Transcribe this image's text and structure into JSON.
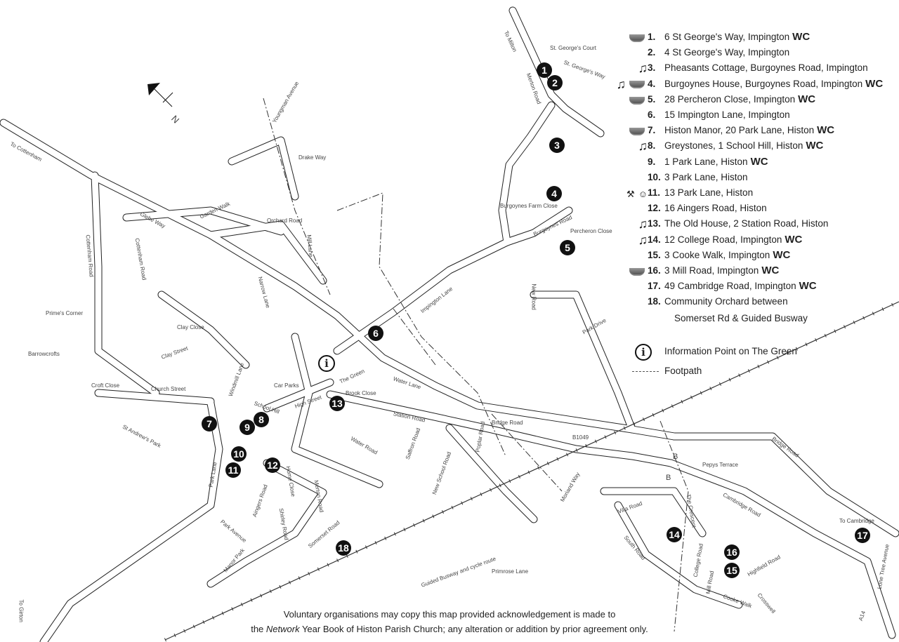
{
  "legend": {
    "items": [
      {
        "num": "1.",
        "text": "6 St George's Way, Impington",
        "wc": "WC",
        "icons": [
          "cup"
        ]
      },
      {
        "num": "2.",
        "text": "4 St George's Way, Impington",
        "wc": "",
        "icons": []
      },
      {
        "num": "3.",
        "text": "Pheasants Cottage, Burgoynes Road, Impington",
        "wc": "",
        "icons": [
          "music"
        ]
      },
      {
        "num": "4.",
        "text": "Burgoynes House, Burgoynes Road, Impington",
        "wc": "WC",
        "icons": [
          "music",
          "cup"
        ]
      },
      {
        "num": "5.",
        "text": "28 Percheron Close, Impington",
        "wc": "WC",
        "icons": [
          "cup"
        ]
      },
      {
        "num": "6.",
        "text": "15 Impington Lane, Impington",
        "wc": "",
        "icons": []
      },
      {
        "num": "7.",
        "text": "Histon Manor, 20 Park Lane, Histon",
        "wc": "WC",
        "icons": [
          "cup"
        ]
      },
      {
        "num": "8.",
        "text": "Greystones, 1 School Hill, Histon",
        "wc": "WC",
        "icons": [
          "music"
        ]
      },
      {
        "num": "9.",
        "text": "1 Park Lane, Histon",
        "wc": "WC",
        "icons": []
      },
      {
        "num": "10.",
        "text": "3 Park Lane, Histon",
        "wc": "",
        "icons": []
      },
      {
        "num": "11.",
        "text": "13 Park Lane, Histon",
        "wc": "",
        "icons": [
          "spade",
          "gardener"
        ]
      },
      {
        "num": "12.",
        "text": "16 Aingers Road, Histon",
        "wc": "",
        "icons": []
      },
      {
        "num": "13.",
        "text": "The Old House, 2 Station Road, Histon",
        "wc": "",
        "icons": [
          "music"
        ]
      },
      {
        "num": "14.",
        "text": "12 College Road, Impington",
        "wc": "WC",
        "icons": [
          "music"
        ]
      },
      {
        "num": "15.",
        "text": "3 Cooke Walk, Impington",
        "wc": "WC",
        "icons": []
      },
      {
        "num": "16.",
        "text": "3 Mill Road, Impington",
        "wc": "WC",
        "icons": [
          "cup"
        ]
      },
      {
        "num": "17.",
        "text": "49 Cambridge Road, Impington",
        "wc": "WC",
        "icons": []
      },
      {
        "num": "18.",
        "text": "Community Orchard between",
        "wc": "",
        "icons": []
      }
    ],
    "item18_line2": "Somerset Rd & Guided Busway",
    "info_label": "Information Point on The Green",
    "footpath_label": "Footpath"
  },
  "markers": [
    "1",
    "2",
    "3",
    "4",
    "5",
    "6",
    "7",
    "8",
    "9",
    "10",
    "11",
    "12",
    "13",
    "14",
    "15",
    "16",
    "17",
    "18"
  ],
  "info_glyph": "i",
  "north_label": "N",
  "road_labels": [
    "To Milton",
    "Merton Road",
    "St. George's Court",
    "St. George's Way",
    "Burgoynes Road",
    "Burgoynes Farm Close",
    "Percheron Close",
    "Impington Lane",
    "Glebe Way",
    "Water Lane",
    "Station Road",
    "Bridge Road",
    "B1049",
    "Cambridge Road",
    "South Road",
    "Villa Road",
    "Park Lane",
    "Manor Park",
    "Park Avenue",
    "Somerset Road",
    "Home Close",
    "Saffron Road",
    "New School Road",
    "Cottenham Road",
    "Clay Street",
    "Church Street",
    "High Street",
    "School Hill",
    "Orchard Road",
    "Garden Walk",
    "New Road",
    "Park Drive",
    "Guided Busway and cycle route",
    "To Cambridge",
    "To Girton",
    "To Cottenham",
    "Primrose Lane",
    "Prime's Corner",
    "Barrowcrofts",
    "St Andrew's Park",
    "Car Parks",
    "The Green",
    "Narrow Lane",
    "Mill Lane",
    "Youngman Avenue",
    "Drake Way",
    "College Road",
    "Mill Road",
    "The Crescent",
    "Highfield Road",
    "Lone Tree Avenue",
    "Cooke Walk",
    "Crosswell",
    "A14",
    "Pepys Terrace",
    "Poplar Road",
    "Windmill Lane",
    "Aingers Road",
    "Merton Road",
    "Shirley Road",
    "Water Road",
    "Brook Close",
    "Clay Close",
    "Croft Close",
    "Bridge Road",
    "Moriand Way",
    "Cottenham Road",
    "B",
    "B"
  ],
  "footer": {
    "line1": "Voluntary organisations may copy this map provided acknowledgement is made to",
    "line2_pre": "the ",
    "line2_em": "Network",
    "line2_post": " Year Book of Histon Parish Church; any alteration or addition by prior agreement only."
  },
  "colors": {
    "marker": "#111111",
    "road": "#222222",
    "text": "#222222"
  }
}
